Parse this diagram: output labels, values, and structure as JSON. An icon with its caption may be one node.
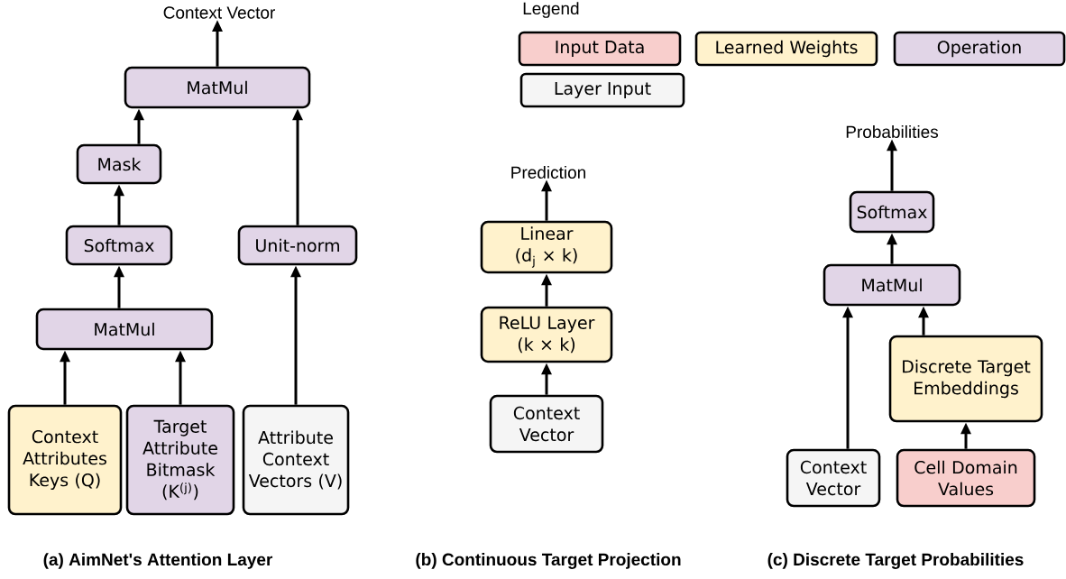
{
  "diagram": {
    "nodes": [
      {
        "text": [
          "Context Vector"
        ]
      },
      {
        "text": [
          "MatMul"
        ]
      },
      {
        "text": [
          "Mask"
        ]
      },
      {
        "text": [
          "Softmax"
        ]
      },
      {
        "text": [
          "Unit-norm"
        ]
      },
      {
        "text": [
          "MatMul"
        ]
      },
      {
        "text": [
          "Context Attributes Keys (Q)"
        ]
      },
      {
        "text": [
          "Target Attribute Bitmask (K$^{(j)}$)"
        ]
      },
      {
        "text": [
          "Attribute Context Vectors (V)"
        ]
      },
      {
        "text": [
          "Prediction"
        ]
      },
      {
        "text": [
          "Linear (d$_{j}$ × k)"
        ]
      },
      {
        "text": [
          "ReLU Layer (k × k)"
        ]
      },
      {
        "text": [
          "Context Vector"
        ]
      },
      {
        "text": [
          "Probabilities"
        ]
      },
      {
        "text": [
          "Softmax"
        ]
      },
      {
        "text": [
          "MatMul"
        ]
      },
      {
        "text": [
          "Discrete Target Embeddings"
        ]
      },
      {
        "text": [
          "Context Vector"
        ]
      },
      {
        "text": [
          "Cell Domain Values"
        ]
      }
    ],
    "edges": [
      {
        "from": 1,
        "to": 0,
        "arrow": "to"
      },
      {
        "from": 2,
        "to": 1,
        "arrow": "to"
      },
      {
        "from": 4,
        "to": 1,
        "arrow": "to"
      },
      {
        "from": 3,
        "to": 2,
        "arrow": "to"
      },
      {
        "from": 5,
        "to": 3,
        "arrow": "to"
      },
      {
        "from": 8,
        "to": 4,
        "arrow": "to"
      },
      {
        "from": 6,
        "to": 5,
        "arrow": "to"
      },
      {
        "from": 7,
        "to": 5,
        "arrow": "to"
      },
      {
        "from": 10,
        "to": 9,
        "arrow": "to"
      },
      {
        "from": 11,
        "to": 10,
        "arrow": "to"
      },
      {
        "from": 12,
        "to": 11,
        "arrow": "to"
      },
      {
        "from": 14,
        "to": 13,
        "arrow": "to"
      },
      {
        "from": 15,
        "to": 14,
        "arrow": "to"
      },
      {
        "from": 17,
        "to": 15,
        "arrow": "to"
      },
      {
        "from": 16,
        "to": 15,
        "arrow": "to"
      },
      {
        "from": 18,
        "to": 16,
        "arrow": "to"
      }
    ],
    "labels": [
      "Legend",
      "(a) AimNet's Attention Layer",
      "(b) Continuous Target Projection",
      "(c) Discrete Target Probabilities"
    ],
    "legend": [
      {
        "text": "Input Data",
        "color": "#f8cecc"
      },
      {
        "text": "Learned Weights",
        "color": "#fff2cc"
      },
      {
        "text": "Operation",
        "color": "#e1d5e7"
      },
      {
        "text": "Layer Input",
        "color": "#f5f5f5"
      }
    ]
  }
}
